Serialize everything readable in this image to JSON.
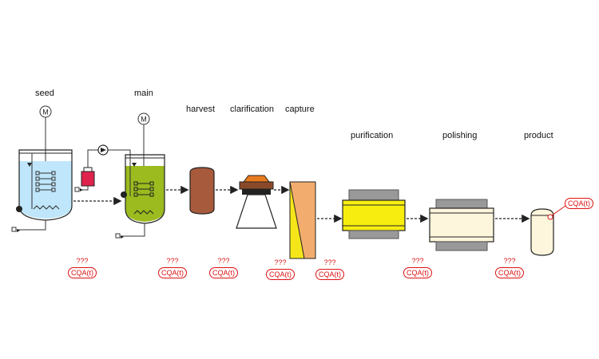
{
  "stages": {
    "seed": "seed",
    "main": "main",
    "harvest": "harvest",
    "clarification": "clarification",
    "capture": "capture",
    "purification": "purification",
    "polishing": "polishing",
    "product": "product"
  },
  "motor_symbol": "M",
  "unknown_marker": "???",
  "cqa_label": "CQA(t)",
  "colors": {
    "seed_liquid": "#bfe6fb",
    "main_liquid": "#9bbb1e",
    "harvest_vessel": "#a85a3c",
    "clarification_top": "#e87a1e",
    "clarification_mid": "#8a4a2a",
    "capture_yellow": "#f5e61a",
    "capture_orange": "#f2ad6e",
    "purification_core": "#f7ee10",
    "polishing_core": "#fdf6dc",
    "product_vessel": "#fdf6dc",
    "cqa_red": "#dd1111",
    "feed_bottle": "#e0234d"
  }
}
